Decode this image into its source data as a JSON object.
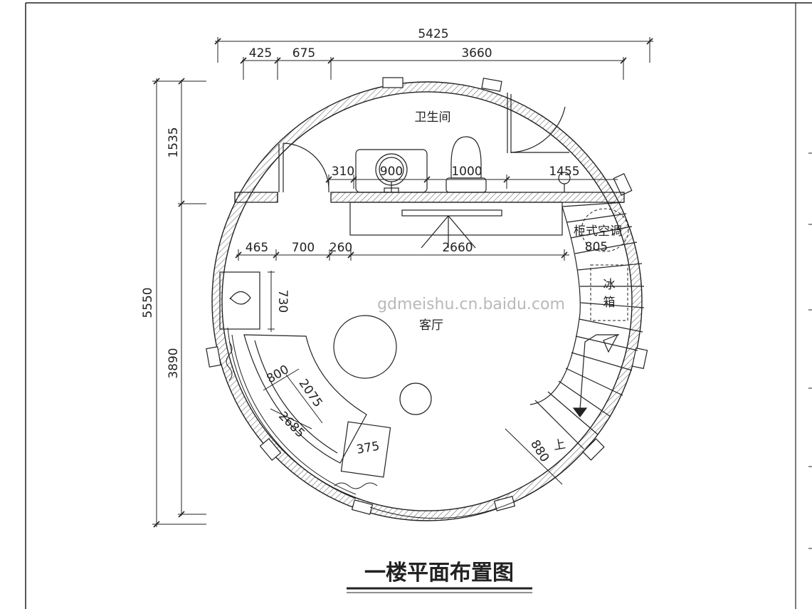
{
  "drawing": {
    "title": "一楼平面布置图",
    "watermark": "gdmeishu.cn.baidu.com",
    "rooms": {
      "bathroom": "卫生间",
      "living_room": "客厅",
      "ac_label": "柜式空调",
      "fridge_char_1": "冰",
      "fridge_char_2": "箱",
      "stair_up": "上"
    },
    "dims_top": {
      "overall": "5425",
      "d1": "425",
      "d2": "675",
      "d3": "3660"
    },
    "dims_left": {
      "overall": "5550",
      "upper": "1535",
      "lower": "3890"
    },
    "dims_bathroom": {
      "d1": "310",
      "d2": "900",
      "d3": "1000",
      "d4": "1455"
    },
    "dims_living": {
      "d1": "465",
      "d2": "700",
      "d3": "260",
      "d4": "2660",
      "ac": "805",
      "cabinet": "730",
      "sofa_depth": "800",
      "sofa_inner": "2075",
      "sofa_outer": "2685",
      "side_table": "375",
      "stair_width": "880"
    },
    "colors": {
      "line": "#1e1e1e",
      "hatch": "#777777",
      "watermark": "#b9b9b9"
    }
  }
}
